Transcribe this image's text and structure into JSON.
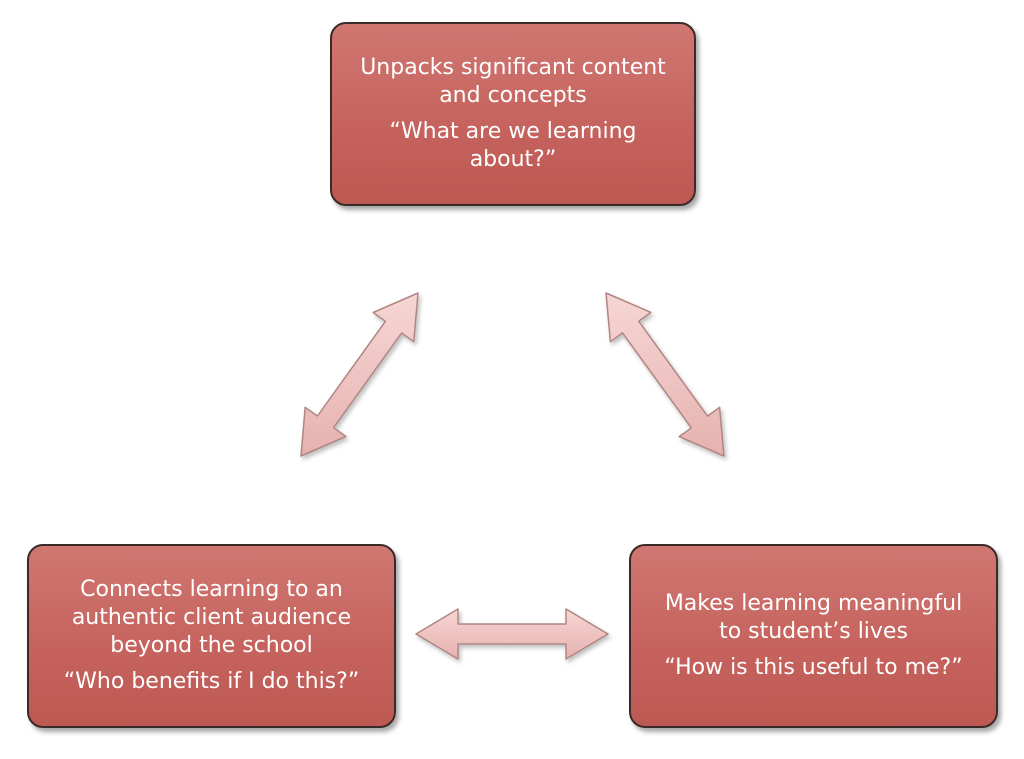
{
  "nodes": {
    "top": {
      "heading": "Unpacks significant content\nand concepts",
      "question": "“What are we learning\nabout?”"
    },
    "left": {
      "heading": "Connects learning to an\nauthentic client audience\nbeyond the school",
      "question": "“Who benefits if I do this?”"
    },
    "right": {
      "heading": "Makes learning meaningful\nto student’s lives",
      "question": "“How is this useful to me?”"
    }
  },
  "colors": {
    "node_fill": "#c6635e",
    "node_border": "#3a2a28",
    "arrow_fill": "#f0c4c2",
    "arrow_border": "#b08684"
  },
  "edges": [
    {
      "from": "top",
      "to": "left",
      "type": "bidirectional"
    },
    {
      "from": "top",
      "to": "right",
      "type": "bidirectional"
    },
    {
      "from": "left",
      "to": "right",
      "type": "bidirectional"
    }
  ]
}
